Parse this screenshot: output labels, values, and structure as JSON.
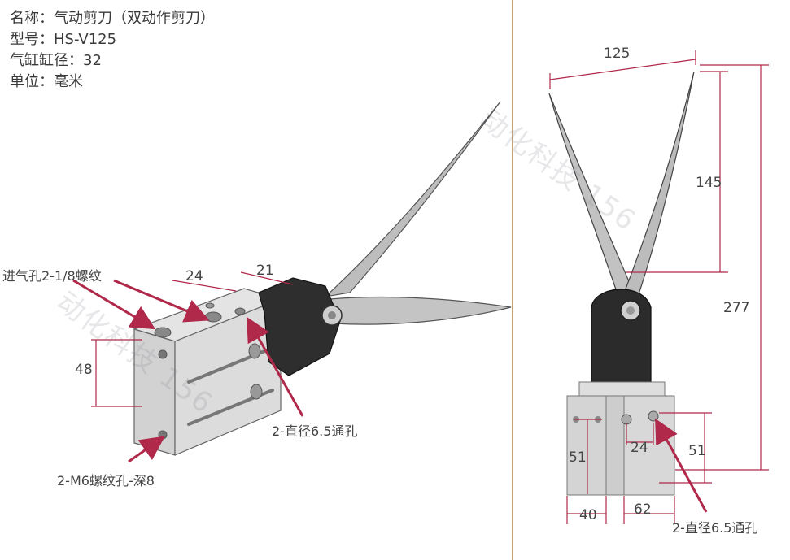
{
  "specs": {
    "name": "名称：气动剪刀（双动作剪刀）",
    "model": "型号：HS-V125",
    "bore": "气缸缸径：32",
    "unit": "单位：毫米"
  },
  "left_view": {
    "labels": {
      "inlet": "进气孔2-1/8螺纹",
      "through_hole": "2-直径6.5通孔",
      "thread_hole": "2-M6螺纹孔-深8"
    },
    "dims": {
      "d24": "24",
      "d21": "21",
      "d48": "48"
    }
  },
  "right_view": {
    "labels": {
      "through_hole": "2-直径6.5通孔"
    },
    "dims": {
      "d125": "125",
      "d145": "145",
      "d277": "277",
      "d51a": "51",
      "d51b": "51",
      "d24": "24",
      "d40": "40",
      "d62": "62"
    }
  },
  "watermark": "动化科技 156",
  "colors": {
    "arrow": "#b0284a",
    "dimension": "#b0284a",
    "divider": "#c8a070",
    "body_metal": "#d8d8d8",
    "black_part": "#2b2b2b",
    "blade": "#b8b8b8"
  }
}
